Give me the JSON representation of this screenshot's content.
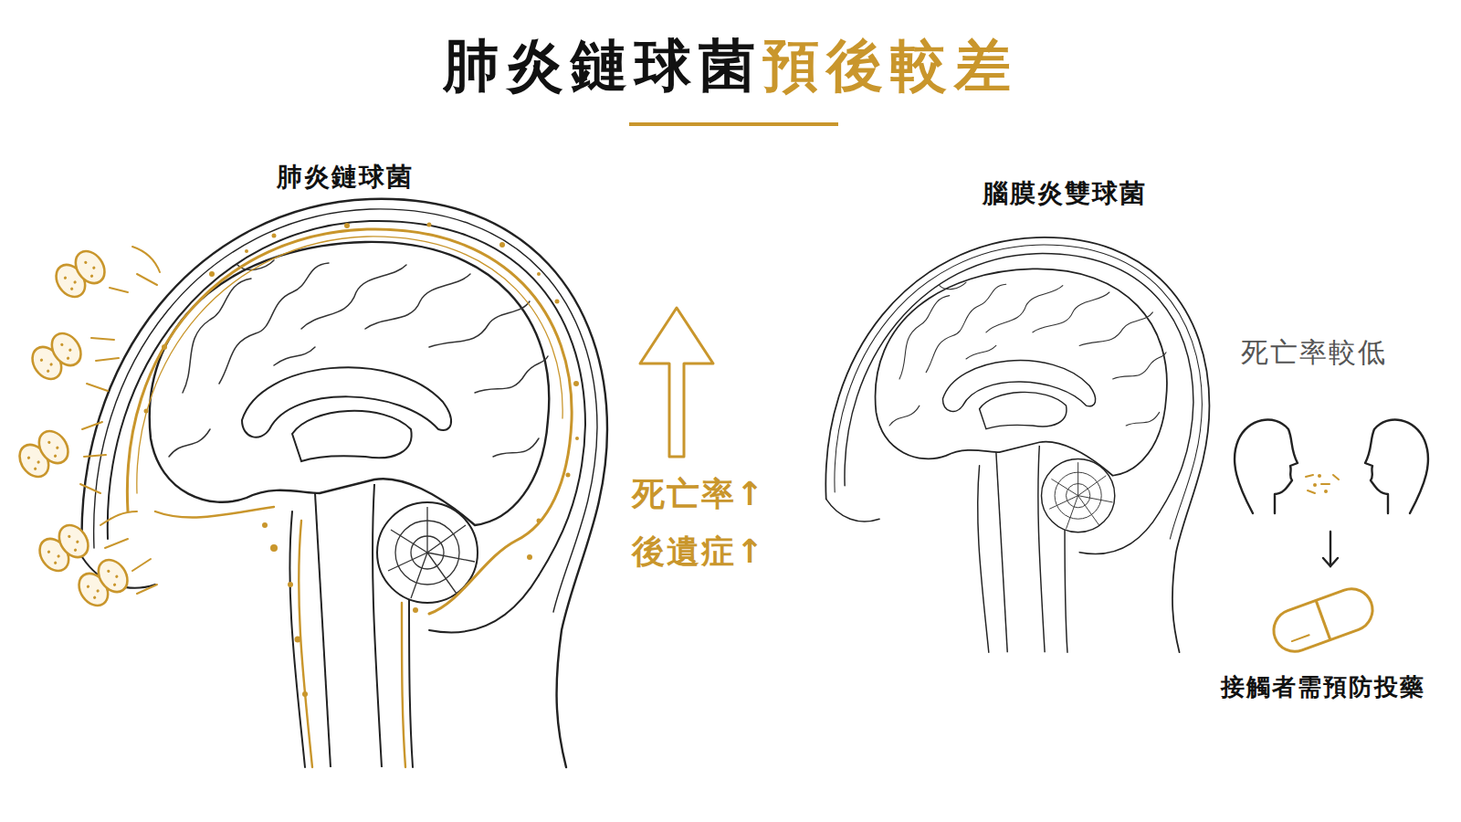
{
  "diagram": {
    "title": "肺炎鏈球菌預後較差",
    "labels": [
      "肺炎鏈球菌",
      "腦膜炎雙球菌",
      "死亡率↑",
      "後遺症↑",
      "死亡率較低",
      "接觸者需預防投藥"
    ]
  }
}
